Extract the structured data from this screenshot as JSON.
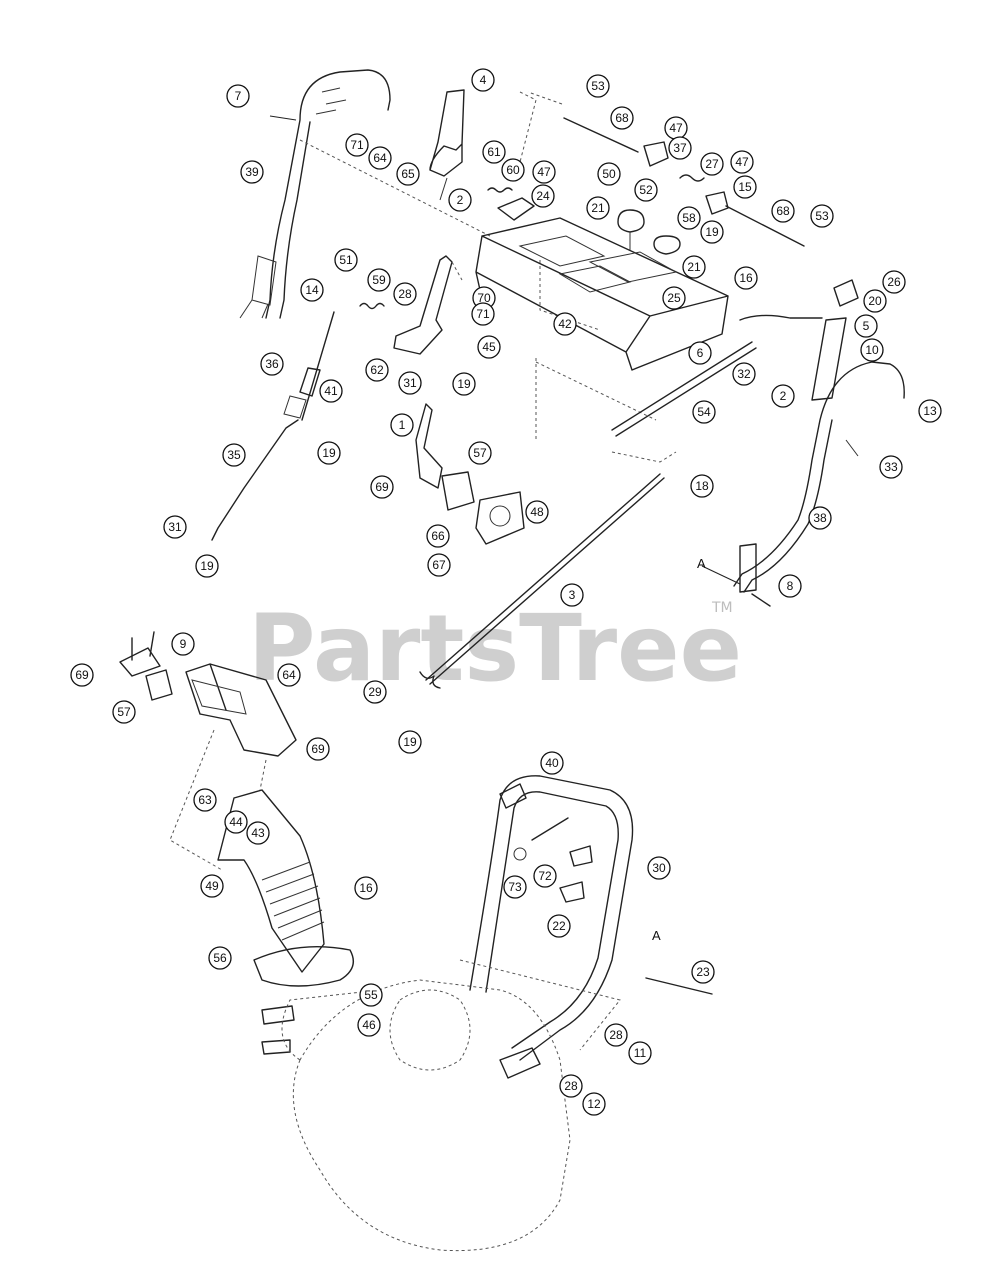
{
  "watermark": {
    "text": "PartsTree",
    "tm": "TM"
  },
  "reference_letters": [
    "A",
    "A"
  ],
  "callouts": [
    {
      "id": "c7",
      "label": "7"
    },
    {
      "id": "c4",
      "label": "4"
    },
    {
      "id": "c53a",
      "label": "53"
    },
    {
      "id": "c71a",
      "label": "71"
    },
    {
      "id": "c61",
      "label": "61"
    },
    {
      "id": "c68a",
      "label": "68"
    },
    {
      "id": "c47a",
      "label": "47"
    },
    {
      "id": "c39",
      "label": "39"
    },
    {
      "id": "c64",
      "label": "64"
    },
    {
      "id": "c65",
      "label": "65"
    },
    {
      "id": "c60",
      "label": "60"
    },
    {
      "id": "c47b",
      "label": "47"
    },
    {
      "id": "c37",
      "label": "37"
    },
    {
      "id": "c50",
      "label": "50"
    },
    {
      "id": "c27",
      "label": "27"
    },
    {
      "id": "c47c",
      "label": "47"
    },
    {
      "id": "c2a",
      "label": "2"
    },
    {
      "id": "c24",
      "label": "24"
    },
    {
      "id": "c52",
      "label": "52"
    },
    {
      "id": "c15",
      "label": "15"
    },
    {
      "id": "c58",
      "label": "58"
    },
    {
      "id": "c68b",
      "label": "68"
    },
    {
      "id": "c53b",
      "label": "53"
    },
    {
      "id": "c19a",
      "label": "19"
    },
    {
      "id": "c21a",
      "label": "21"
    },
    {
      "id": "c21b",
      "label": "21"
    },
    {
      "id": "c51",
      "label": "51"
    },
    {
      "id": "c16a",
      "label": "16"
    },
    {
      "id": "c26",
      "label": "26"
    },
    {
      "id": "c14",
      "label": "14"
    },
    {
      "id": "c59",
      "label": "59"
    },
    {
      "id": "c28a",
      "label": "28"
    },
    {
      "id": "c70",
      "label": "70"
    },
    {
      "id": "c25",
      "label": "25"
    },
    {
      "id": "c20",
      "label": "20"
    },
    {
      "id": "c71b",
      "label": "71"
    },
    {
      "id": "c42",
      "label": "42"
    },
    {
      "id": "c5",
      "label": "5"
    },
    {
      "id": "c62",
      "label": "62"
    },
    {
      "id": "c45",
      "label": "45"
    },
    {
      "id": "c6",
      "label": "6"
    },
    {
      "id": "c32",
      "label": "32"
    },
    {
      "id": "c10",
      "label": "10"
    },
    {
      "id": "c36",
      "label": "36"
    },
    {
      "id": "c31a",
      "label": "31"
    },
    {
      "id": "c19b",
      "label": "19"
    },
    {
      "id": "c41",
      "label": "41"
    },
    {
      "id": "c2b",
      "label": "2"
    },
    {
      "id": "c13",
      "label": "13"
    },
    {
      "id": "c54",
      "label": "54"
    },
    {
      "id": "c1",
      "label": "1"
    },
    {
      "id": "c19c",
      "label": "19"
    },
    {
      "id": "c33",
      "label": "33"
    },
    {
      "id": "c35",
      "label": "35"
    },
    {
      "id": "c57a",
      "label": "57"
    },
    {
      "id": "c69a",
      "label": "69"
    },
    {
      "id": "c18",
      "label": "18"
    },
    {
      "id": "c48",
      "label": "48"
    },
    {
      "id": "c38",
      "label": "38"
    },
    {
      "id": "c66",
      "label": "66"
    },
    {
      "id": "c31b",
      "label": "31"
    },
    {
      "id": "c67",
      "label": "67"
    },
    {
      "id": "c19d",
      "label": "19"
    },
    {
      "id": "c8",
      "label": "8"
    },
    {
      "id": "c3",
      "label": "3"
    },
    {
      "id": "c9",
      "label": "9"
    },
    {
      "id": "c69b",
      "label": "69"
    },
    {
      "id": "c64b",
      "label": "64"
    },
    {
      "id": "c57b",
      "label": "57"
    },
    {
      "id": "c29",
      "label": "29"
    },
    {
      "id": "c19e",
      "label": "19"
    },
    {
      "id": "c69c",
      "label": "69"
    },
    {
      "id": "c63",
      "label": "63"
    },
    {
      "id": "c40",
      "label": "40"
    },
    {
      "id": "c44",
      "label": "44"
    },
    {
      "id": "c43",
      "label": "43"
    },
    {
      "id": "c72",
      "label": "72"
    },
    {
      "id": "c30",
      "label": "30"
    },
    {
      "id": "c73",
      "label": "73"
    },
    {
      "id": "c49",
      "label": "49"
    },
    {
      "id": "c16b",
      "label": "16"
    },
    {
      "id": "c22",
      "label": "22"
    },
    {
      "id": "c56",
      "label": "56"
    },
    {
      "id": "c23",
      "label": "23"
    },
    {
      "id": "c55",
      "label": "55"
    },
    {
      "id": "c46",
      "label": "46"
    },
    {
      "id": "c28b",
      "label": "28"
    },
    {
      "id": "c11",
      "label": "11"
    },
    {
      "id": "c28c",
      "label": "28"
    },
    {
      "id": "c12",
      "label": "12"
    }
  ]
}
